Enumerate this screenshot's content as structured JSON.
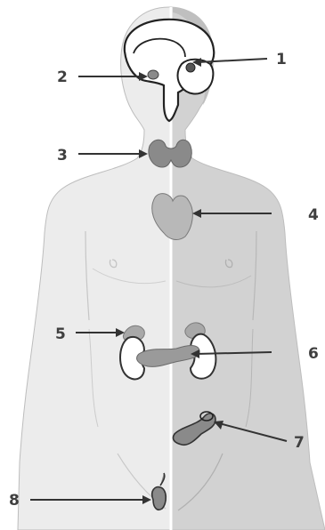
{
  "labels": [
    {
      "id": "1",
      "text": "1"
    },
    {
      "id": "2",
      "text": "2"
    },
    {
      "id": "3",
      "text": "3"
    },
    {
      "id": "4",
      "text": "4"
    },
    {
      "id": "5",
      "text": "5"
    },
    {
      "id": "6",
      "text": "6"
    },
    {
      "id": "7",
      "text": "7"
    },
    {
      "id": "8",
      "text": "8"
    }
  ],
  "colors": {
    "body_left": "#ececec",
    "body_right": "#d2d2d2",
    "outline": "#bdbdbd",
    "organ_dark": "#8a8a8a",
    "organ_mid": "#b8b8b8",
    "ink": "#222222"
  }
}
